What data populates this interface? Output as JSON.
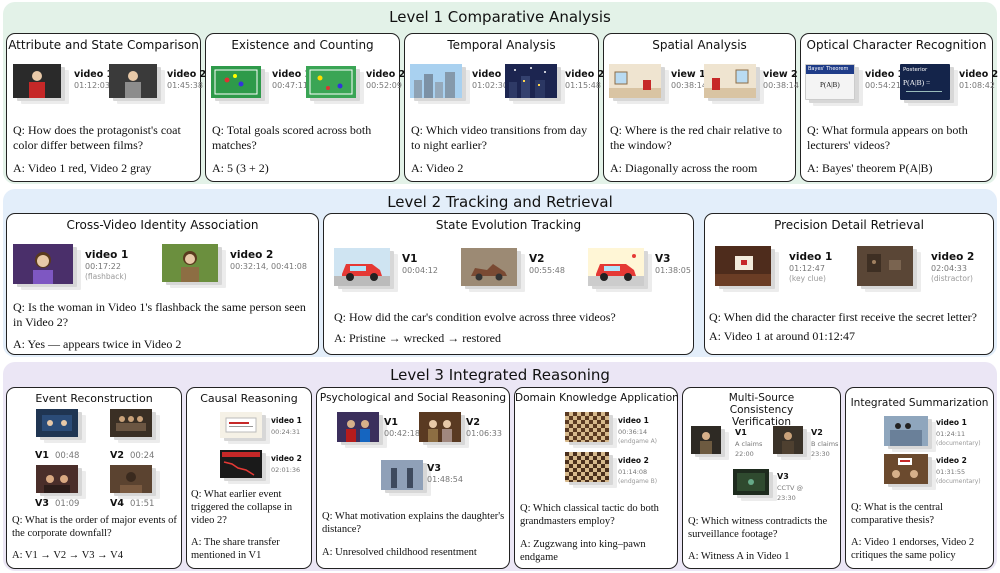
{
  "level1": {
    "title": "Level 1 Comparative Analysis",
    "bg": "#e3f2e8",
    "cards": [
      {
        "title": "Attribute and State Comparison",
        "v1": {
          "name": "video 1",
          "time": "01:12:03"
        },
        "v2": {
          "name": "video 2",
          "time": "01:45:38"
        },
        "q": "Q: How does the protagonist's coat color differ between films?",
        "a": "A: Video 1 red, Video 2 gray"
      },
      {
        "title": "Existence and Counting",
        "v1": {
          "name": "video 1",
          "time": "00:47:11"
        },
        "v2": {
          "name": "video 2",
          "time": "00:52:09"
        },
        "q": "Q: Total goals scored across both matches?",
        "a": "A: 5 (3 + 2)"
      },
      {
        "title": "Temporal Analysis",
        "v1": {
          "name": "video 1",
          "time": "01:02:30"
        },
        "v2": {
          "name": "video 2",
          "time": "01:15:48"
        },
        "q": "Q: Which video transitions from day to night earlier?",
        "a": "A: Video 2"
      },
      {
        "title": "Spatial Analysis",
        "v1": {
          "name": "view 1",
          "time": "00:38:14"
        },
        "v2": {
          "name": "view 2",
          "time": "00:38:14"
        },
        "q": "Q: Where is the red chair relative to the window?",
        "a": "A: Diagonally across the room"
      },
      {
        "title": "Optical Character Recognition",
        "v1": {
          "name": "video 1",
          "time": "00:54:21",
          "screen": "Bayes' Theorem",
          "formula": "P(A|B)"
        },
        "v2": {
          "name": "video 2",
          "time": "01:08:42",
          "screen": "Posterior",
          "formula": "P(A|B) ="
        },
        "q": "Q: What formula appears on both lecturers' videos?",
        "a": "A: Bayes' theorem P(A|B)"
      }
    ]
  },
  "level2": {
    "title": "Level 2 Tracking and Retrieval",
    "bg": "#e3eefa",
    "cards": [
      {
        "title": "Cross-Video Identity Association",
        "v1": {
          "name": "video 1",
          "time": "00:17:22",
          "note": "(flashback)"
        },
        "v2": {
          "name": "video 2",
          "time": "00:32:14, 00:41:08"
        },
        "q": "Q: Is the woman in Video 1's flashback the same person seen in Video 2?",
        "a": "A: Yes — appears twice in Video 2"
      },
      {
        "title": "State Evolution Tracking",
        "v1": {
          "name": "V1",
          "time": "00:04:12"
        },
        "v2": {
          "name": "V2",
          "time": "00:55:48"
        },
        "v3": {
          "name": "V3",
          "time": "01:38:05"
        },
        "q": "Q: How did the car's condition evolve across three videos?",
        "a": "A: Pristine → wrecked → restored"
      },
      {
        "title": "Precision Detail Retrieval",
        "v1": {
          "name": "video 1",
          "time": "01:12:47",
          "note": "(key clue)"
        },
        "v2": {
          "name": "video 2",
          "time": "02:04:33",
          "note": "(distractor)"
        },
        "q": "Q: When did the character first receive the secret letter?",
        "a": "A: Video 1 at around 01:12:47"
      }
    ]
  },
  "level3": {
    "title": "Level 3 Integrated Reasoning",
    "bg": "#ebe6f5",
    "cards": [
      {
        "title": "Event Reconstruction",
        "clips": [
          {
            "name": "V1",
            "time": "00:48"
          },
          {
            "name": "V2",
            "time": "00:24"
          },
          {
            "name": "V3",
            "time": "01:09"
          },
          {
            "name": "V4",
            "time": "01:51"
          }
        ],
        "q": "Q: What is the order of major events of the corporate downfall?",
        "a": "A: V1 → V2 → V3 → V4"
      },
      {
        "title": "Causal Reasoning",
        "v1": {
          "name": "video 1",
          "time": "00:24:31"
        },
        "v2": {
          "name": "video 2",
          "time": "02:01:36"
        },
        "q": "Q: What earlier event triggered the collapse in video 2?",
        "a": "A: The share transfer mentioned in V1"
      },
      {
        "title": "Psychological and Social Reasoning",
        "v1": {
          "name": "V1",
          "time": "00:42:18"
        },
        "v2": {
          "name": "V2",
          "time": "01:06:33"
        },
        "v3": {
          "name": "V3",
          "time": "01:48:54"
        },
        "q": "Q: What motivation explains the daughter's distance?",
        "a": "A: Unresolved childhood resentment"
      },
      {
        "title": "Domain Knowledge Application",
        "v1": {
          "name": "video 1",
          "time": "00:36:14",
          "note": "(endgame A)"
        },
        "v2": {
          "name": "video 2",
          "time": "01:14:08",
          "note": "(endgame B)"
        },
        "q": "Q: Which classical tactic do both grandmasters employ?",
        "a": "A: Zugzwang into king–pawn endgame"
      },
      {
        "title": "Multi-Source Consistency Verification",
        "v1": {
          "name": "V1",
          "note": "A claims",
          "time": "22:00"
        },
        "v2": {
          "name": "V2",
          "note": "B claims",
          "time": "23:30"
        },
        "v3": {
          "name": "V3",
          "note": "CCTV @",
          "time": "23:30"
        },
        "q": "Q: Which witness contradicts the surveillance footage?",
        "a": "A: Witness A in Video 1"
      },
      {
        "title": "Integrated Summarization",
        "v1": {
          "name": "video 1",
          "time": "01:24:11",
          "note": "(documentary)"
        },
        "v2": {
          "name": "video 2",
          "time": "01:31:55",
          "note": "(documentary)"
        },
        "q": "Q: What is the central comparative thesis?",
        "a": "A: Video 1 endorses, Video 2 critiques the same policy"
      }
    ]
  }
}
